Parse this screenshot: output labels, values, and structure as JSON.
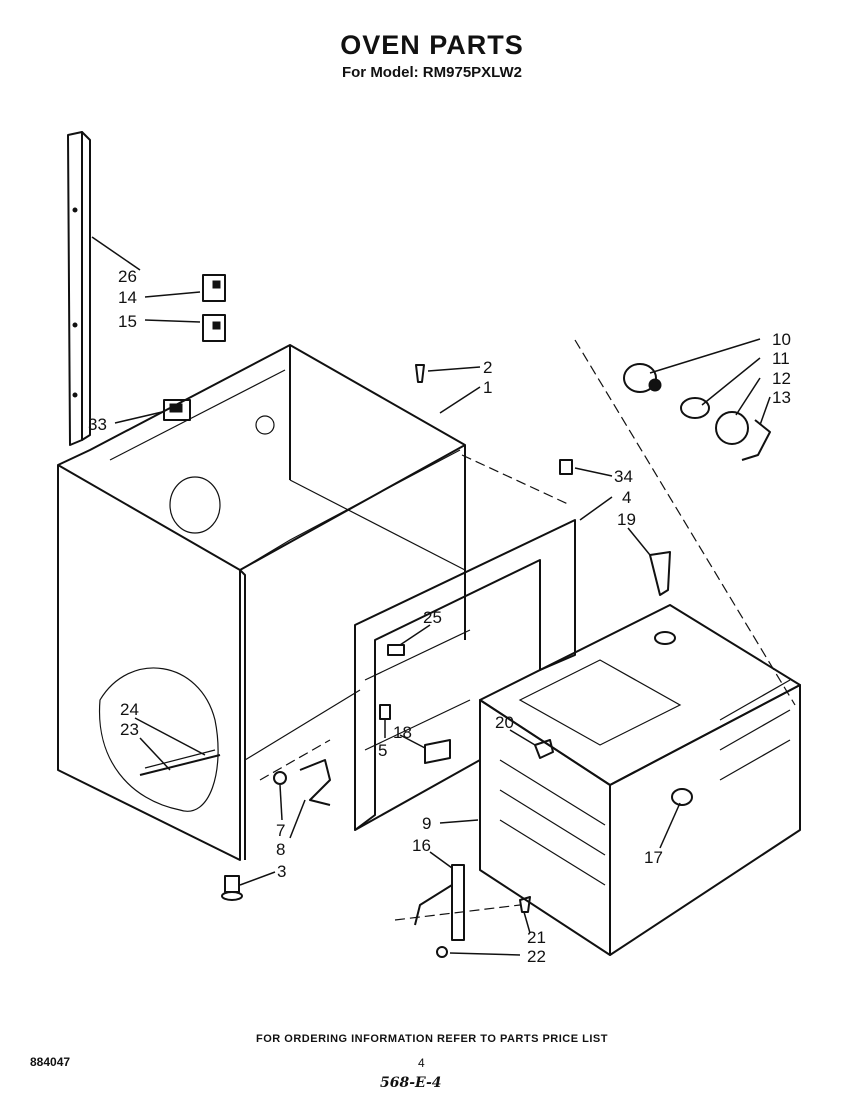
{
  "title": "OVEN PARTS",
  "subtitle": "For Model: RM975PXLW2",
  "footer_note": "FOR ORDERING INFORMATION REFER TO PARTS PRICE LIST",
  "doc_number": "884047",
  "page_number": "4",
  "handwritten": "568-E-4",
  "callouts": [
    "26",
    "14",
    "15",
    "33",
    "2",
    "1",
    "34",
    "4",
    "19",
    "10",
    "11",
    "12",
    "13",
    "25",
    "24",
    "23",
    "18",
    "5",
    "20",
    "7",
    "8",
    "3",
    "9",
    "16",
    "17",
    "21",
    "22"
  ]
}
